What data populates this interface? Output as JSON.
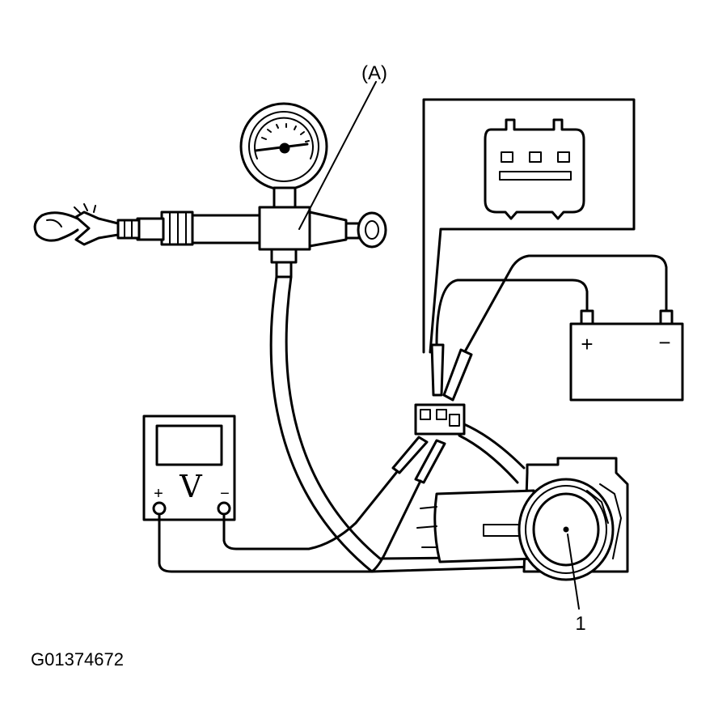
{
  "labels": {
    "callout_a": "(A)",
    "callout_1": "1",
    "figure_code": "G01374672",
    "voltmeter_symbol": "V",
    "voltmeter_plus": "+",
    "voltmeter_minus": "−",
    "battery_plus": "+",
    "battery_minus": "−"
  }
}
